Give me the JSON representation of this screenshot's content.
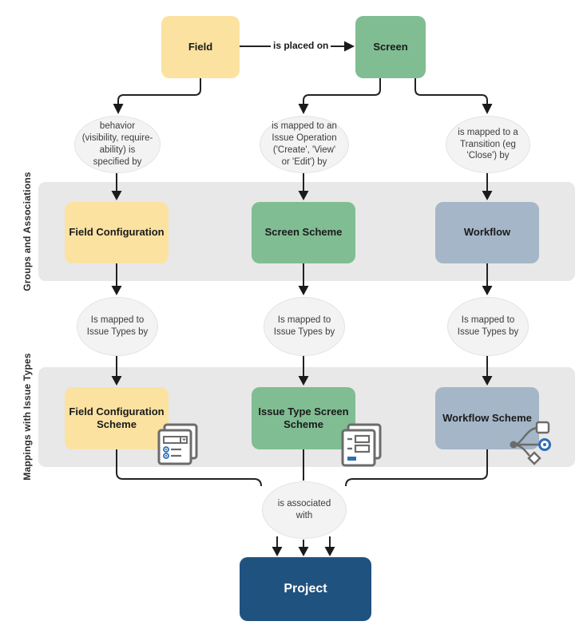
{
  "diagram": {
    "nodes": {
      "field": {
        "label": "Field"
      },
      "screen": {
        "label": "Screen"
      },
      "field_configuration": {
        "label": "Field Configuration"
      },
      "screen_scheme": {
        "label": "Screen Scheme"
      },
      "workflow": {
        "label": "Workflow"
      },
      "field_configuration_scheme": {
        "label": "Field Configuration\nScheme"
      },
      "issue_type_screen_scheme": {
        "label": "Issue Type Screen\nScheme"
      },
      "workflow_scheme": {
        "label": "Workflow Scheme"
      },
      "project": {
        "label": "Project"
      }
    },
    "edges": {
      "is_placed_on": "is placed on",
      "behavior": "behavior\n(visibility, require-\nability) is\nspecified by",
      "issue_operation": "is mapped to an\nIssue Operation\n('Create', 'View'\nor 'Edit') by",
      "transition": "is mapped to a\nTransition (eg\n'Close') by",
      "issue_types_1": "Is mapped to\nIssue Types by",
      "issue_types_2": "Is mapped to\nIssue Types by",
      "issue_types_3": "Is mapped to\nIssue Types by",
      "associated_with": "is associated\nwith"
    },
    "bands": {
      "groups": "Groups and Associations",
      "mappings": "Mappings with Issue Types"
    },
    "icons": {
      "field_configuration_scheme": "form-fields-icon",
      "issue_type_screen_scheme": "screen-form-icon",
      "workflow_scheme": "workflow-branch-icon"
    },
    "colors": {
      "yellow": "#fbe2a0",
      "green": "#80bd92",
      "slate": "#a4b6c7",
      "navy": "#20527f",
      "band": "#e8e8e8",
      "ellipse": "#f3f3f3",
      "icon-gray": "#6b6b6b",
      "icon-blue": "#2f6db5",
      "line": "#222222"
    }
  }
}
